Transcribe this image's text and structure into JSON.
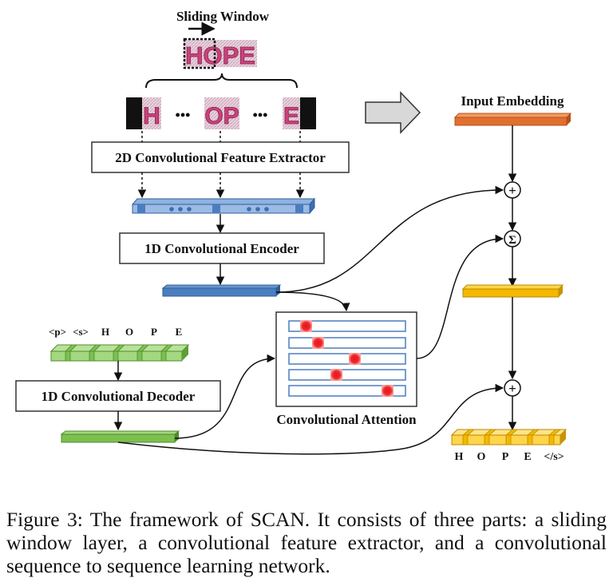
{
  "figure": {
    "sliding_window_label": "Sliding Window",
    "word_image_text": "HOPE",
    "crop_texts": [
      "H",
      "OP",
      "E"
    ],
    "crop_dots": "•••",
    "feature_extractor_label": "2D Convolutional Feature Extractor",
    "encoder_label": "1D Convolutional Encoder",
    "decoder_label": "1D Convolutional Decoder",
    "attention_label": "Convolutional Attention",
    "input_embedding_label": "Input Embedding",
    "plus_symbol": "+",
    "sum_symbol": "Σ",
    "decoder_input_tokens": [
      "<p>",
      "<s>",
      "H",
      "O",
      "P",
      "E"
    ],
    "output_tokens": [
      "H",
      "O",
      "P",
      "E",
      "</s>"
    ]
  },
  "caption": "Figure 3: The framework of SCAN. It consists of three parts: a sliding window layer, a convolutional feature extractor, and a convolutional sequence to sequence learning network.",
  "colors": {
    "embedding": "#e07030",
    "blue_bar": "#4a7ebf",
    "green_bar": "#7cc050",
    "yellow_bar": "#f5b800",
    "attention_heat": "#e8141e"
  }
}
